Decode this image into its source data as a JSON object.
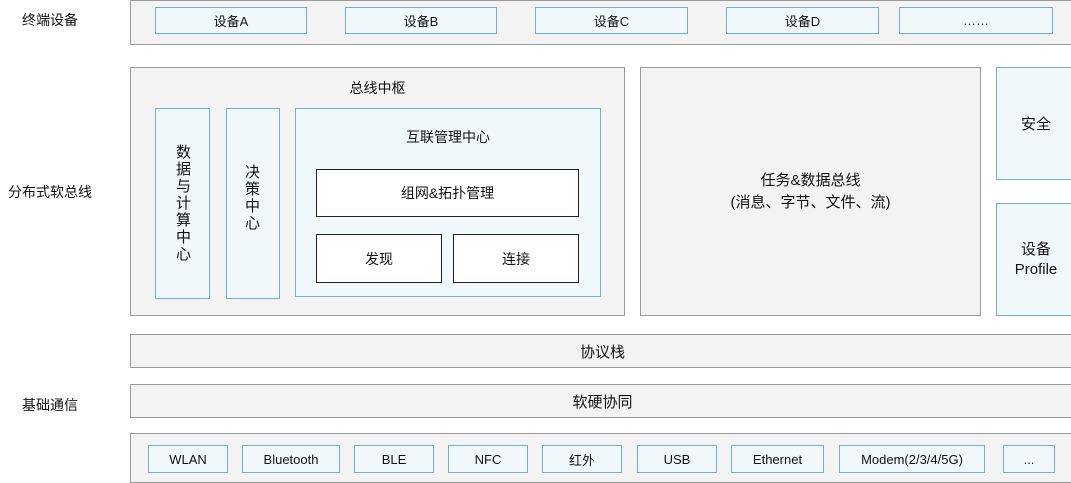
{
  "layers": {
    "terminal": "终端设备",
    "softbus": "分布式软总线",
    "basic": "基础通信"
  },
  "devices": [
    "设备A",
    "设备B",
    "设备C",
    "设备D",
    "……"
  ],
  "hub": {
    "title": "总线中枢",
    "data_compute": "数据与计算中心",
    "decision": "决策中心",
    "interconnect": {
      "title": "互联管理中心",
      "networking": "组网&拓扑管理",
      "discovery": "发现",
      "connection": "连接"
    }
  },
  "task_bus": {
    "line1": "任务&数据总线",
    "line2": "(消息、字节、文件、流)"
  },
  "security": "安全",
  "profile": "设备\nProfile",
  "protocol_stack": "协议栈",
  "hw_sw": "软硬协同",
  "comms": [
    "WLAN",
    "Bluetooth",
    "BLE",
    "NFC",
    "红外",
    "USB",
    "Ethernet",
    "Modem(2/3/4/5G)",
    "..."
  ]
}
